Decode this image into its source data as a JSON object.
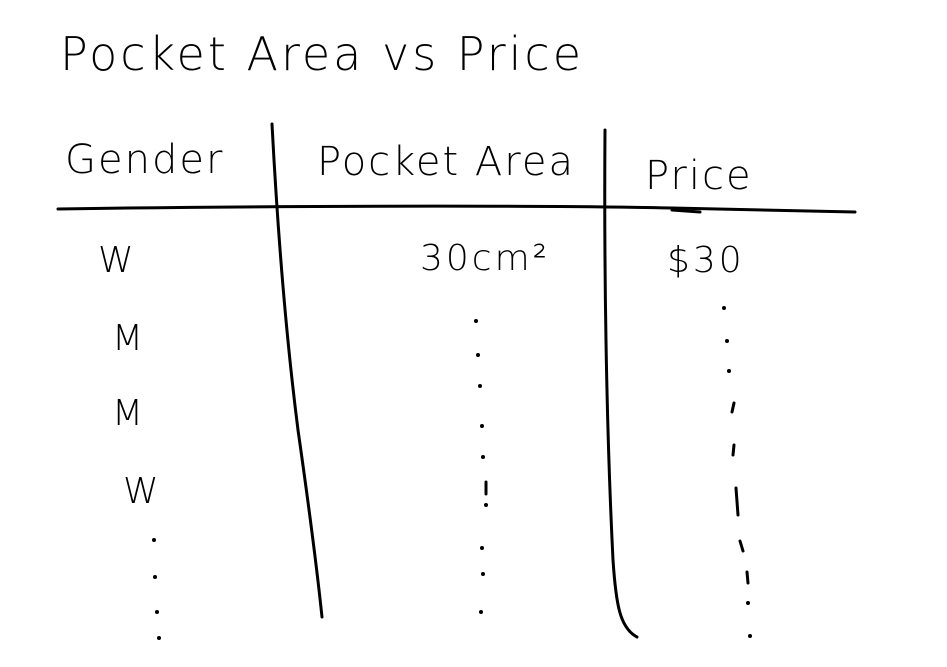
{
  "title": "Pocket Area vs Price",
  "table": {
    "headers": [
      "Gender",
      "Pocket Area",
      "Price"
    ],
    "rows": [
      [
        "W",
        "30cm²",
        "$30"
      ],
      [
        "M",
        "",
        ""
      ],
      [
        "M",
        "",
        ""
      ],
      [
        "W",
        "",
        ""
      ]
    ]
  },
  "colors": {
    "ink": "#000000",
    "background": "#ffffff"
  }
}
